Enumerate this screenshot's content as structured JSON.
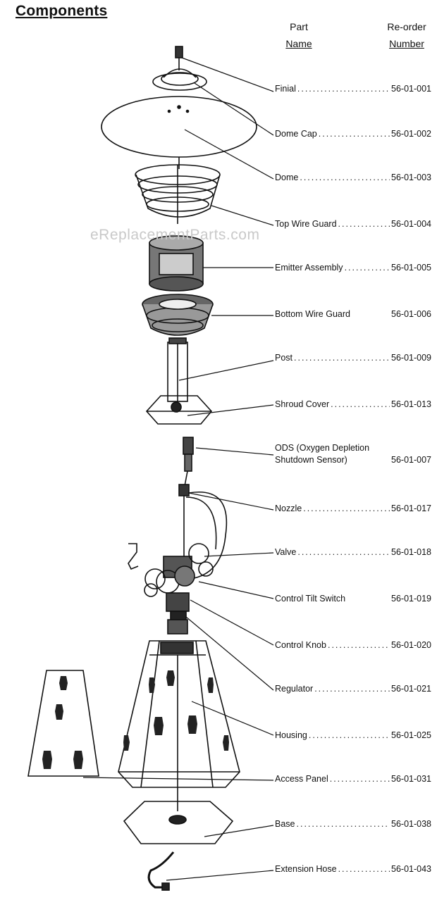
{
  "heading": "Components",
  "columns": {
    "part_line1": "Part",
    "part_line2": "Name",
    "number_line1": "Re-order",
    "number_line2": "Number"
  },
  "watermark": "eReplacementParts.com",
  "parts": [
    {
      "name": "Finial",
      "number": "56-01-001"
    },
    {
      "name": "Dome Cap",
      "number": "56-01-002"
    },
    {
      "name": "Dome",
      "number": "56-01-003"
    },
    {
      "name": "Top Wire Guard",
      "number": "56-01-004"
    },
    {
      "name": "Emitter Assembly",
      "number": "56-01-005"
    },
    {
      "name": "Bottom Wire Guard",
      "number": "56-01-006"
    },
    {
      "name": "Post",
      "number": "56-01-009"
    },
    {
      "name": "Shroud Cover",
      "number": "56-01-013"
    },
    {
      "name": "ODS (Oxygen Depletion",
      "name2": "Shutdown Sensor)",
      "number": "56-01-007"
    },
    {
      "name": "Nozzle",
      "number": "56-01-017"
    },
    {
      "name": "Valve",
      "number": "56-01-018"
    },
    {
      "name": "Control Tilt Switch",
      "number": "56-01-019"
    },
    {
      "name": "Control Knob",
      "number": "56-01-020"
    },
    {
      "name": "Regulator",
      "number": "56-01-021"
    },
    {
      "name": "Housing",
      "number": "56-01-025"
    },
    {
      "name": "Access Panel",
      "number": "56-01-031"
    },
    {
      "name": "Base",
      "number": "56-01-038"
    },
    {
      "name": "Extension Hose",
      "number": "56-01-043"
    }
  ]
}
